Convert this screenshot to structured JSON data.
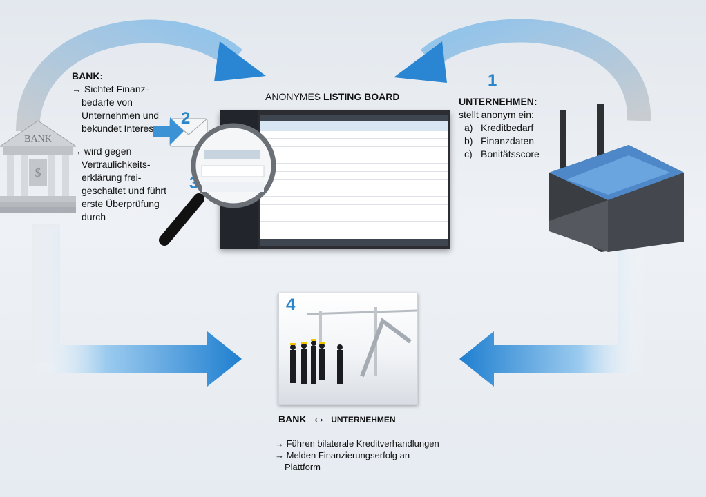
{
  "steps": {
    "one": "1",
    "two": "2",
    "three": "3",
    "four": "4"
  },
  "bank": {
    "heading": "BANK:",
    "items": [
      "→ Sichtet Finanz-bedarfe von Unternehmen und bekundet Interesse",
      "→ wird gegen Vertraulichkeits-erklärung frei-geschaltet und führt erste Überprüfung durch"
    ],
    "building_label": "BANK"
  },
  "board": {
    "title_part1": "ANONYMES",
    "title_part2": "LISTING BOARD"
  },
  "company": {
    "heading": "UNTERNEHMEN:",
    "subtitle": "stellt anonym  ein:",
    "items": [
      {
        "label": "a)",
        "text": "Kreditbedarf"
      },
      {
        "label": "b)",
        "text": "Finanzdaten"
      },
      {
        "label": "c)",
        "text": "Bonitätsscore"
      }
    ]
  },
  "bottom": {
    "heading_bank": "BANK",
    "heading_arrow": "↔",
    "heading_company": "UNTERNEHMEN",
    "items": [
      "→ Führen bilaterale Kreditverhandlungen",
      "→ Melden Finanzierungserfolg an Plattform"
    ]
  },
  "colors": {
    "accent": "#2a86c8",
    "arrow_grey": "#b9bdc2",
    "arrow_blue": "#3d95d8"
  }
}
